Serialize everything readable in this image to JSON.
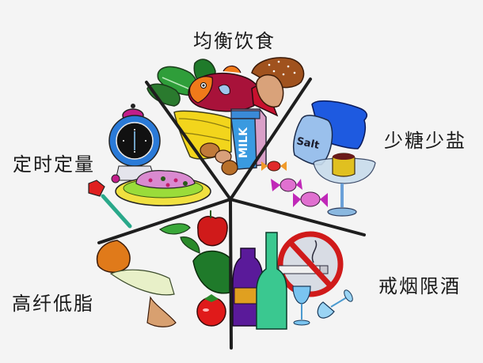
{
  "title": "均衡饮食",
  "sections": [
    {
      "id": "top",
      "label": "均衡饮食",
      "items": [
        "leafy-greens",
        "fish",
        "banana",
        "milk-carton",
        "potatoes",
        "bread"
      ]
    },
    {
      "id": "left",
      "label": "定时定量",
      "items": [
        "alarm-clock",
        "noodle-dish",
        "fork"
      ]
    },
    {
      "id": "right",
      "label": "少糖少盐",
      "items": [
        "salt-bag",
        "sugar-bag",
        "candies",
        "pudding-cup"
      ]
    },
    {
      "id": "bottom-left",
      "label": "高纤低脂",
      "items": [
        "onion",
        "lettuce",
        "pea-pods",
        "apple",
        "tomato",
        "leafy-greens"
      ]
    },
    {
      "id": "bottom-right",
      "label": "戒烟限酒",
      "items": [
        "wine-bottle",
        "green-bottle",
        "no-smoking-sign",
        "wine-glass",
        "tipped-glass"
      ]
    }
  ],
  "illustration_text": {
    "milk": "MILK",
    "salt": "Salt"
  },
  "colors": {
    "background": "#f4f4f4",
    "divider": "#1e1e1e",
    "label": "#1a1a1a"
  }
}
